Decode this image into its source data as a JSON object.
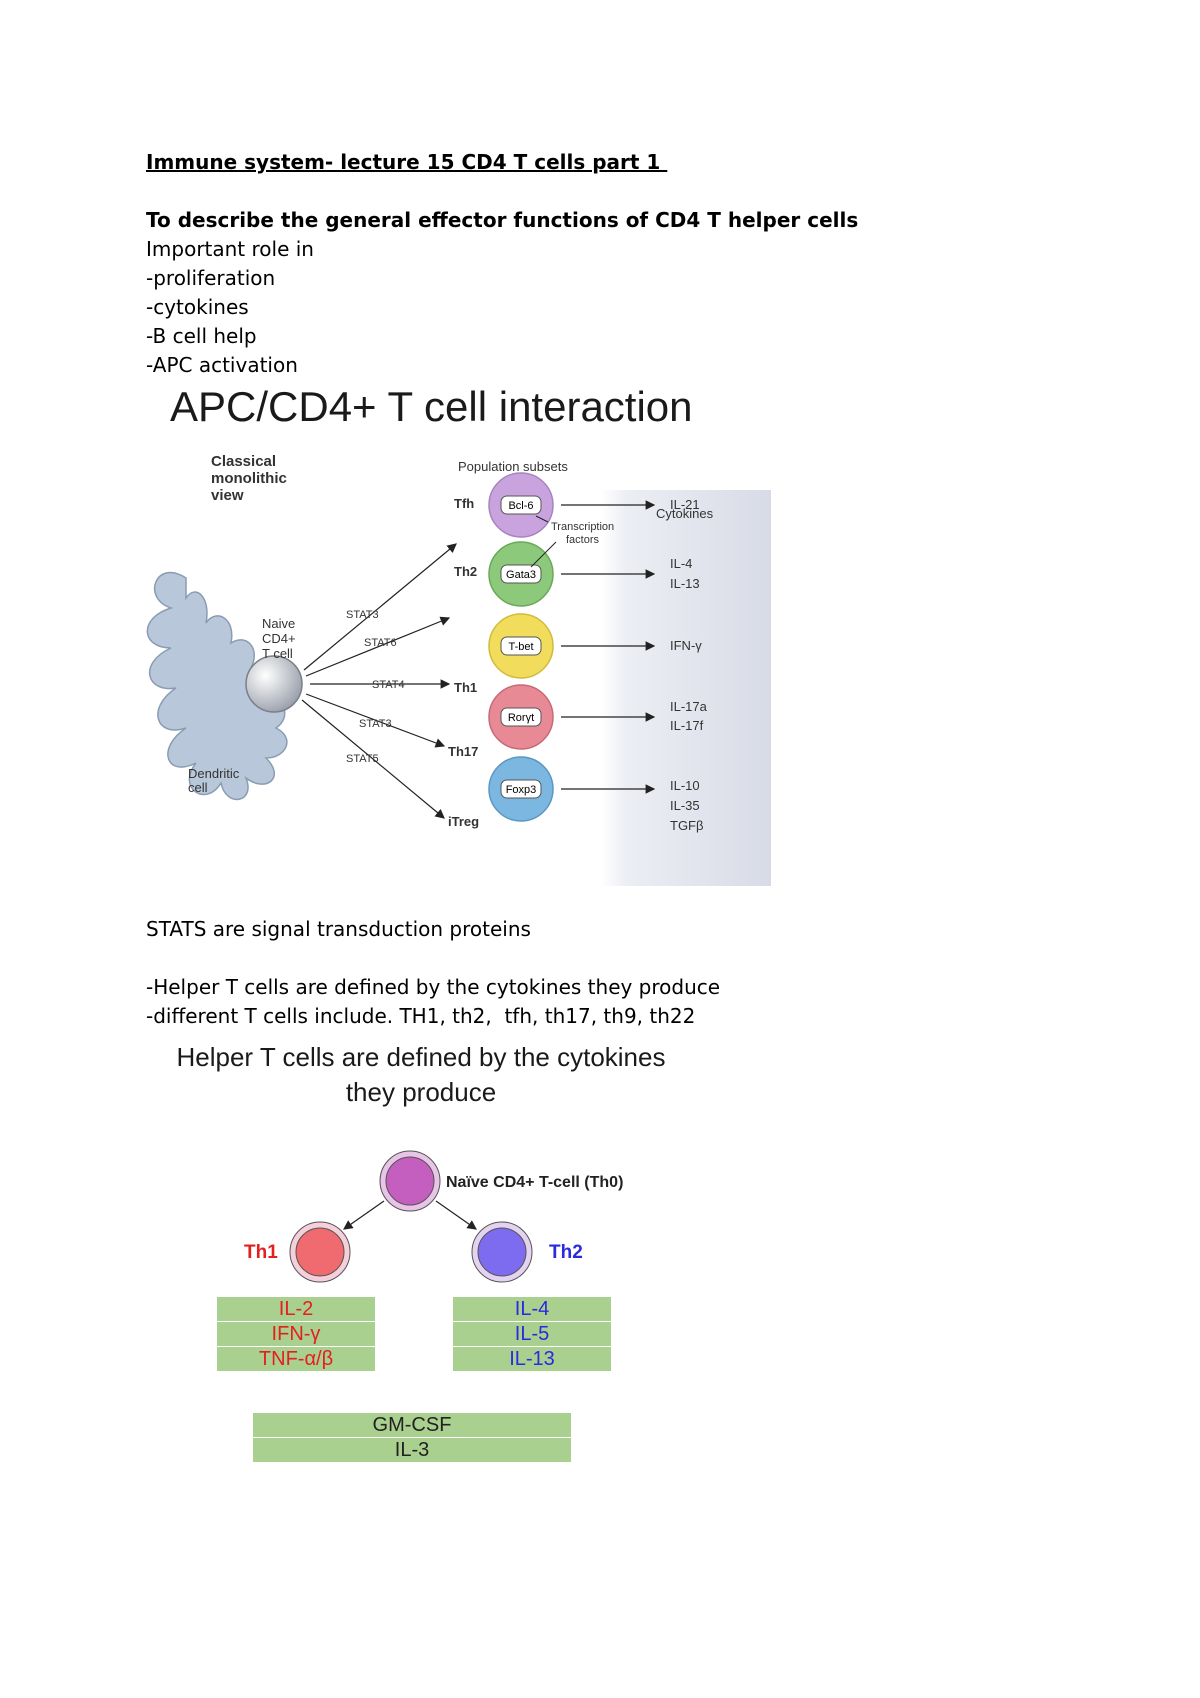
{
  "notes": {
    "title": "Immune system- lecture 15 CD4 T cells part 1 ",
    "objective": "To describe the general effector functions of CD4 T helper cells",
    "role_heading": "Important role in",
    "roles": [
      "-proliferation",
      "-cytokines",
      "-B cell help",
      "-APC activation"
    ],
    "stats_note": "STATS are signal transduction proteins",
    "helper_lines": [
      "-Helper T cells are defined by the cytokines they produce",
      "-different T cells include. TH1, th2,  tfh, th17, th9, th22"
    ]
  },
  "figure1": {
    "title": "APC/CD4+ T cell interaction",
    "classical_view": [
      "Classical",
      "monolithic",
      "view"
    ],
    "population_subsets": "Population subsets",
    "cytokines_header": "Cytokines",
    "naive": [
      "Naive",
      "CD4+",
      "T cell"
    ],
    "dendritic": [
      "Dendritic",
      "cell"
    ],
    "transcription_factors": [
      "Transcription",
      "factors"
    ],
    "subsets": [
      {
        "name": "Tfh",
        "tf": "Bcl-6",
        "stat": "STAT3",
        "cytokines": [
          "IL-21"
        ],
        "color": "#c9a3dd"
      },
      {
        "name": "Th2",
        "tf": "Gata3",
        "stat": "STAT6",
        "cytokines": [
          "IL-4",
          "IL-13"
        ],
        "color": "#8cc97a"
      },
      {
        "name": "Th1",
        "tf": "T-bet",
        "stat": "STAT4",
        "cytokines": [
          "IFN-γ"
        ],
        "color": "#f2dc5c"
      },
      {
        "name": "Th17",
        "tf": "Rorγt",
        "stat": "STAT3",
        "cytokines": [
          "IL-17a",
          "IL-17f"
        ],
        "color": "#e88a95"
      },
      {
        "name": "iTreg",
        "tf": "Foxp3",
        "stat": "STAT5",
        "cytokines": [
          "IL-10",
          "IL-35",
          "TGFβ"
        ],
        "color": "#7bb7e0"
      }
    ]
  },
  "figure2": {
    "title_line1": "Helper T cells are defined by the cytokines",
    "title_line2": "they produce",
    "naive_label": "Naïve CD4+ T-cell (Th0)",
    "th1_label": "Th1",
    "th2_label": "Th2",
    "th1_cytokines": [
      "IL-2",
      "IFN-γ",
      "TNF-α/β"
    ],
    "th2_cytokines": [
      "IL-4",
      "IL-5",
      "IL-13"
    ],
    "shared_cytokines": [
      "GM-CSF",
      "IL-3"
    ],
    "colors": {
      "th1": "#e32020",
      "th2": "#2a2ae0",
      "naive_cell": "#c45fc0",
      "th1_cell": "#ef6b70",
      "th2_cell": "#7d6cf0",
      "table_fill": "#a9d08e"
    }
  }
}
